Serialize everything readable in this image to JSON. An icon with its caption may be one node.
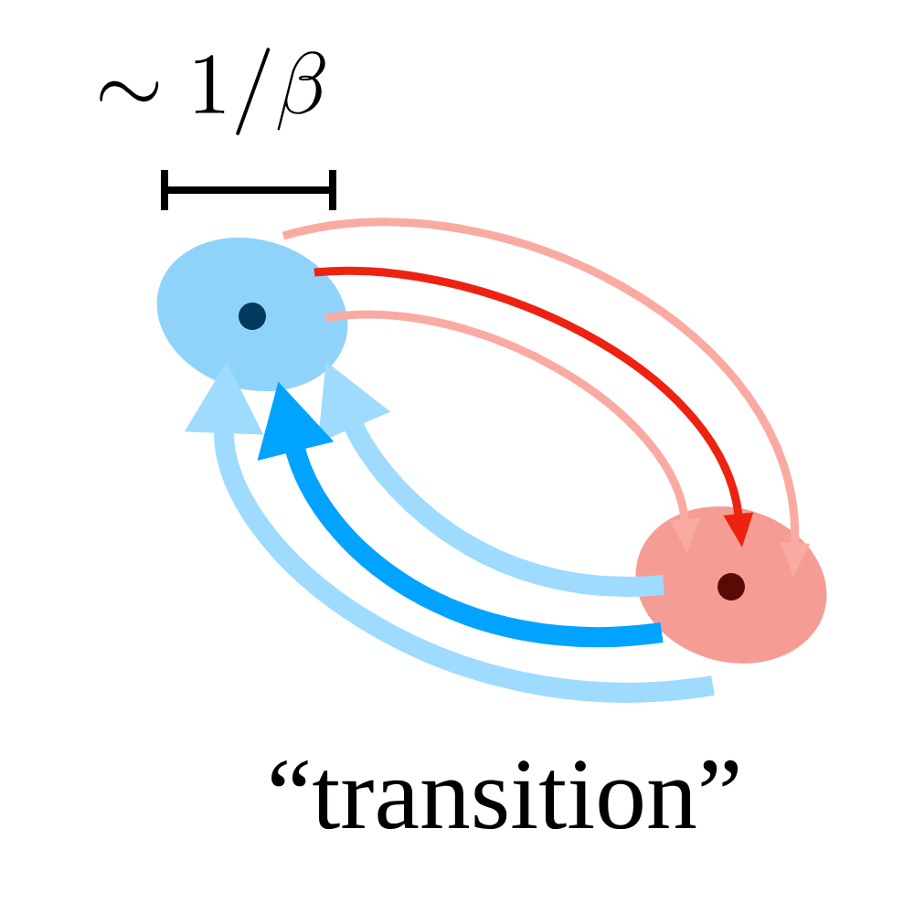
{
  "diagram": {
    "nodes": [
      {
        "text": [],
        "shape": "ellipse"
      },
      {
        "text": [],
        "shape": "ellipse"
      }
    ],
    "edges": [
      {
        "from": 0,
        "to": 1,
        "arrow": "to",
        "color": "#f9aba3"
      },
      {
        "from": 0,
        "to": 1,
        "arrow": "to",
        "color": "#ee2211"
      },
      {
        "from": 0,
        "to": 1,
        "arrow": "to",
        "color": "#f9aba3"
      },
      {
        "from": 1,
        "to": 0,
        "arrow": "to",
        "style": "thick",
        "color": "#9edbff"
      },
      {
        "from": 1,
        "to": 0,
        "arrow": "to",
        "style": "thick",
        "color": "#00a3ff"
      },
      {
        "from": 1,
        "to": 0,
        "arrow": "to",
        "style": "thick",
        "color": "#9edbff"
      }
    ],
    "labels": [
      "\\sim 1/\\beta",
      "“transition”"
    ]
  }
}
